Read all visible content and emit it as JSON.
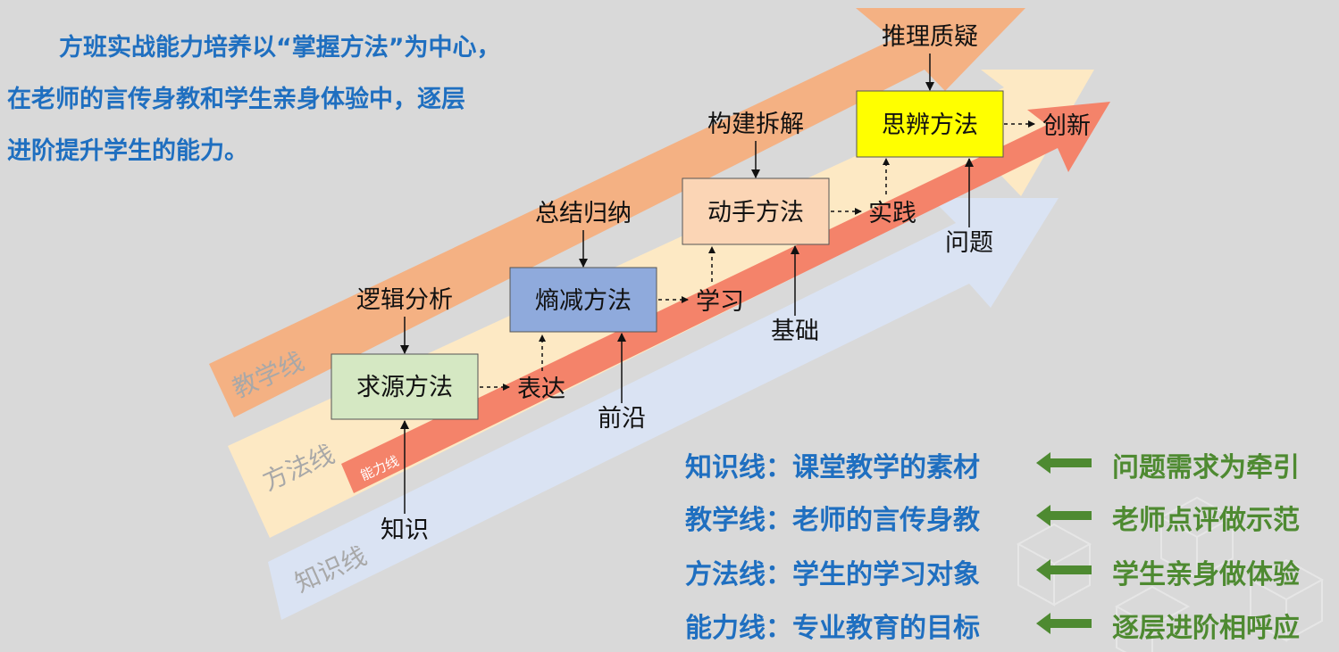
{
  "intro": {
    "line1": "方班实战能力培养以“掌握方法”为中心，",
    "line2": "在老师的言传身教和学生亲身体验中，逐层",
    "line3": "进阶提升学生的能力。"
  },
  "bands": {
    "teaching": "教学线",
    "method": "方法线",
    "knowledge": "知识线",
    "ability": "能力线"
  },
  "boxes": {
    "qiuyuan": "求源方法",
    "shangjian": "熵减方法",
    "dongshou": "动手方法",
    "sibian": "思辨方法"
  },
  "labels": {
    "luoji": "逻辑分析",
    "zongjie": "总结归纳",
    "goujian": "构建拆解",
    "tuili": "推理质疑",
    "biaoda": "表达",
    "xuexi": "学习",
    "shijian": "实践",
    "chuangxin": "创新",
    "zhishi": "知识",
    "qianyan": "前沿",
    "jichu": "基础",
    "wenti": "问题"
  },
  "legend": [
    {
      "left": "知识线：课堂教学的素材",
      "right": "问题需求为牵引"
    },
    {
      "left": "教学线：老师的言传身教",
      "right": "老师点评做示范"
    },
    {
      "left": "方法线：学生的学习对象",
      "right": "学生亲身做体验"
    },
    {
      "left": "能力线：专业教育的目标",
      "right": "逐层进阶相呼应"
    }
  ],
  "colors": {
    "background": "#d9d9d9",
    "teaching_band": "#f4b183",
    "method_band": "#fde9c4",
    "knowledge_band": "#dae3f3",
    "ability_arrow": "#f4836a",
    "box_qiuyuan": "#d5e8c3",
    "box_shangjian": "#8faadc",
    "box_dongshou": "#fbd5b5",
    "box_sibian": "#ffff00",
    "blue_text": "#1f6fc0",
    "green_text": "#4e8a31"
  }
}
